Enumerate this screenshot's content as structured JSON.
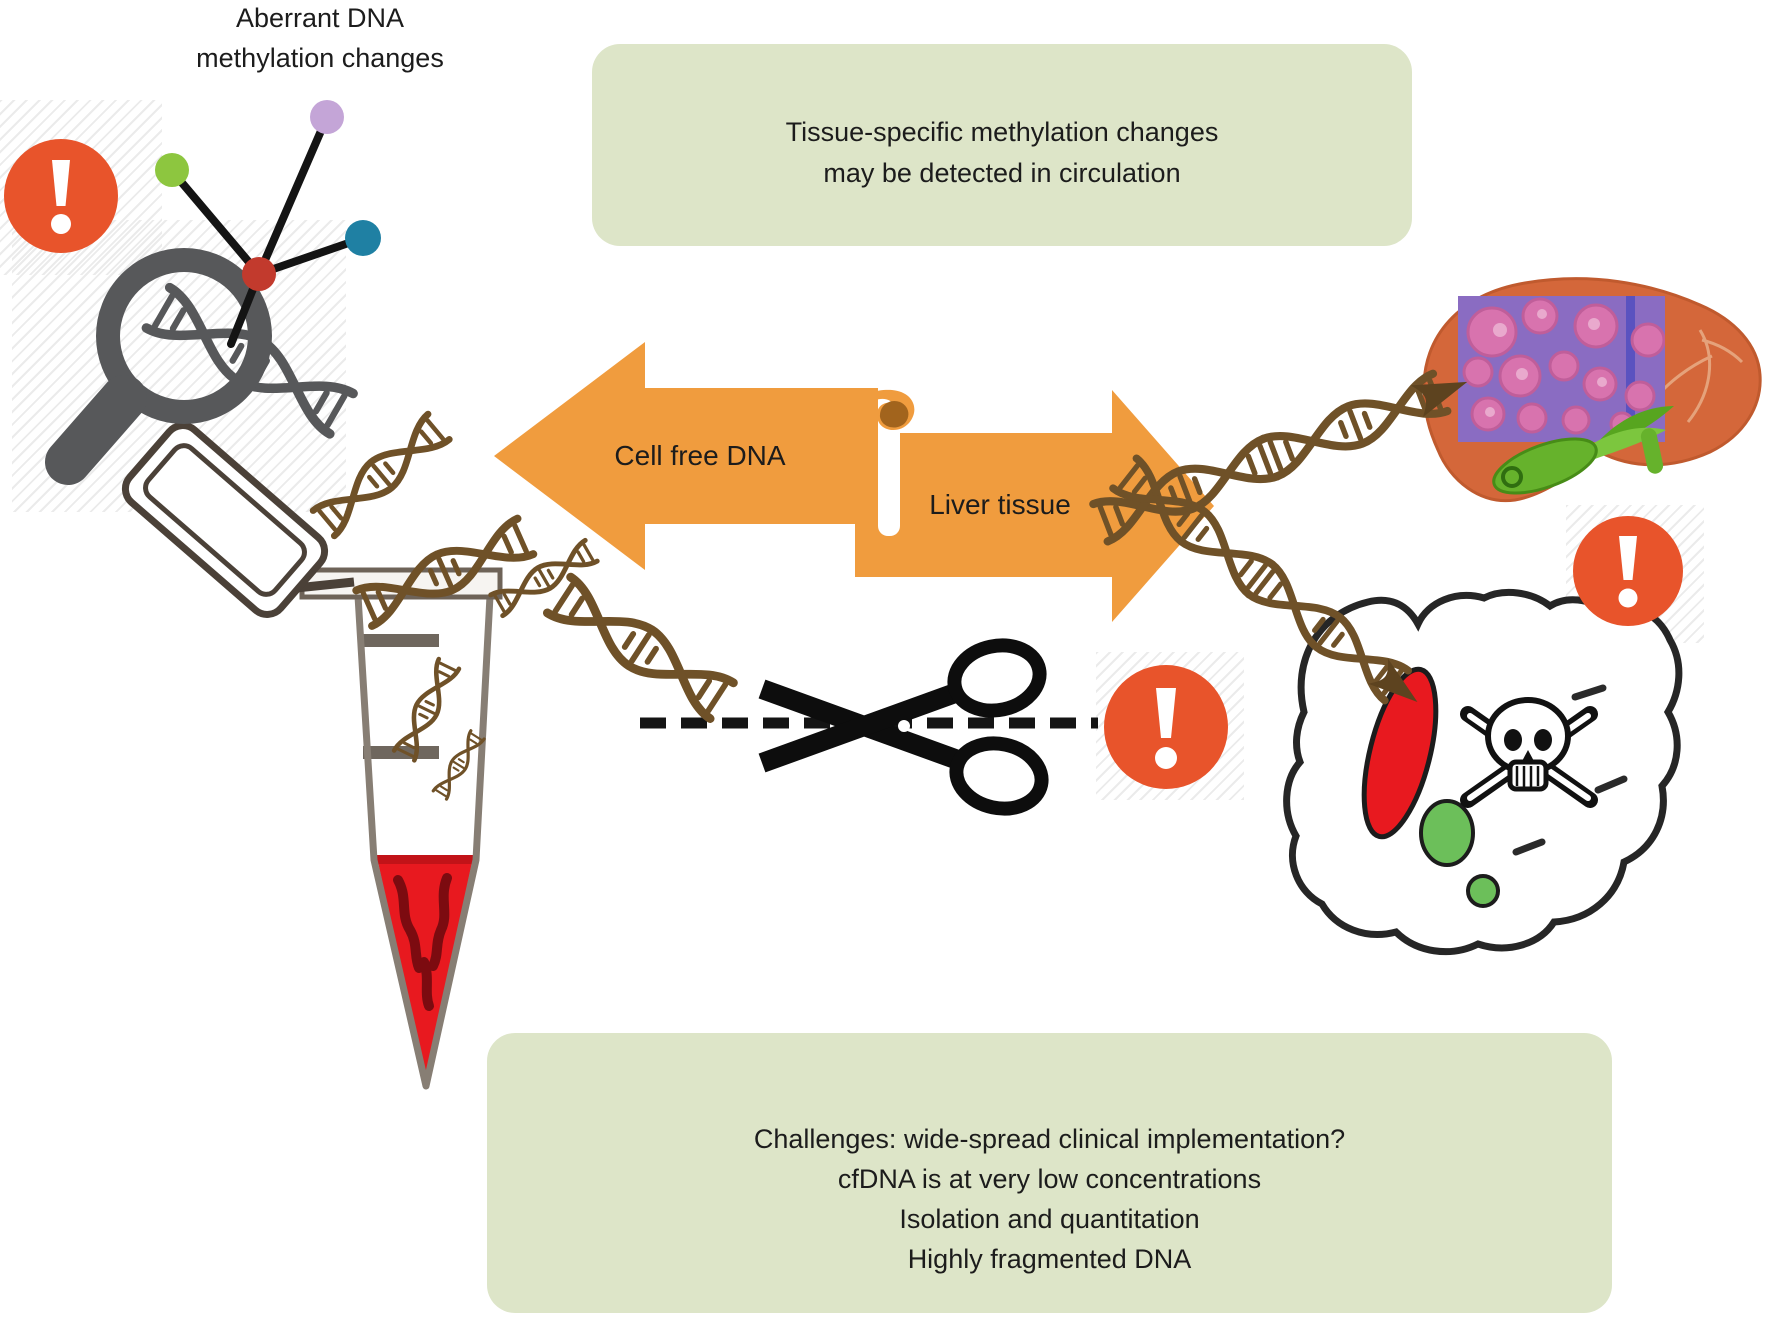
{
  "figure": {
    "type": "scientific-diagram",
    "topic": "Tissue-specific methylation changes of liver detected in circulating cell-free DNA"
  },
  "title": {
    "line1": "Aberrant DNA",
    "line2": "methylation changes"
  },
  "top_box": {
    "line1": "Tissue-specific methylation changes",
    "line2": "may be detected in circulation"
  },
  "arrows": {
    "left_label": "Cell free DNA",
    "right_label": "Liver tissue"
  },
  "bottom_box": {
    "lines": [
      "Challenges: wide-spread clinical implementation?",
      "cfDNA is at very low concentrations",
      "Isolation and quantitation",
      "Highly fragmented DNA"
    ]
  },
  "icons": {
    "alert-icon": "exclamation mark in orange circle (x3)",
    "magnifier-dna-icon": "magnifying glass over DNA helix",
    "methyl-dots-icon": "methyl group dots (green, purple, teal, red) on black lines",
    "blood-tube-icon": "open microcentrifuge tube with blood",
    "dna-helix-icon": "brown double helix fragments",
    "scissors-icon": "scissors cutting DNA on dashed line",
    "liver-icon": "liver with histology inset and gallbladder",
    "dying-cell-icon": "cell blob with red nucleus, skull and crossbones, green organelles"
  },
  "colors": {
    "note_box_green": "#dde5c8",
    "arrow_orange": "#f09c3e",
    "fold_brown": "#a2641d",
    "alert_orange": "#e8542b",
    "dna_brown": "#6f5128",
    "blood_red": "#e8191f",
    "liver_orange": "#d4673a",
    "histology_purple": "#8a6cc2",
    "histology_pink": "#d873ae",
    "gallbladder_green": "#66b22c",
    "organelle_green": "#6cbf5a",
    "icon_gray": "#57585a",
    "dot_green": "#8dc63f",
    "dot_purple": "#c4a5d7",
    "dot_teal": "#1f80a3",
    "dot_red": "#c23a2d",
    "text": "#1c1c1c"
  }
}
